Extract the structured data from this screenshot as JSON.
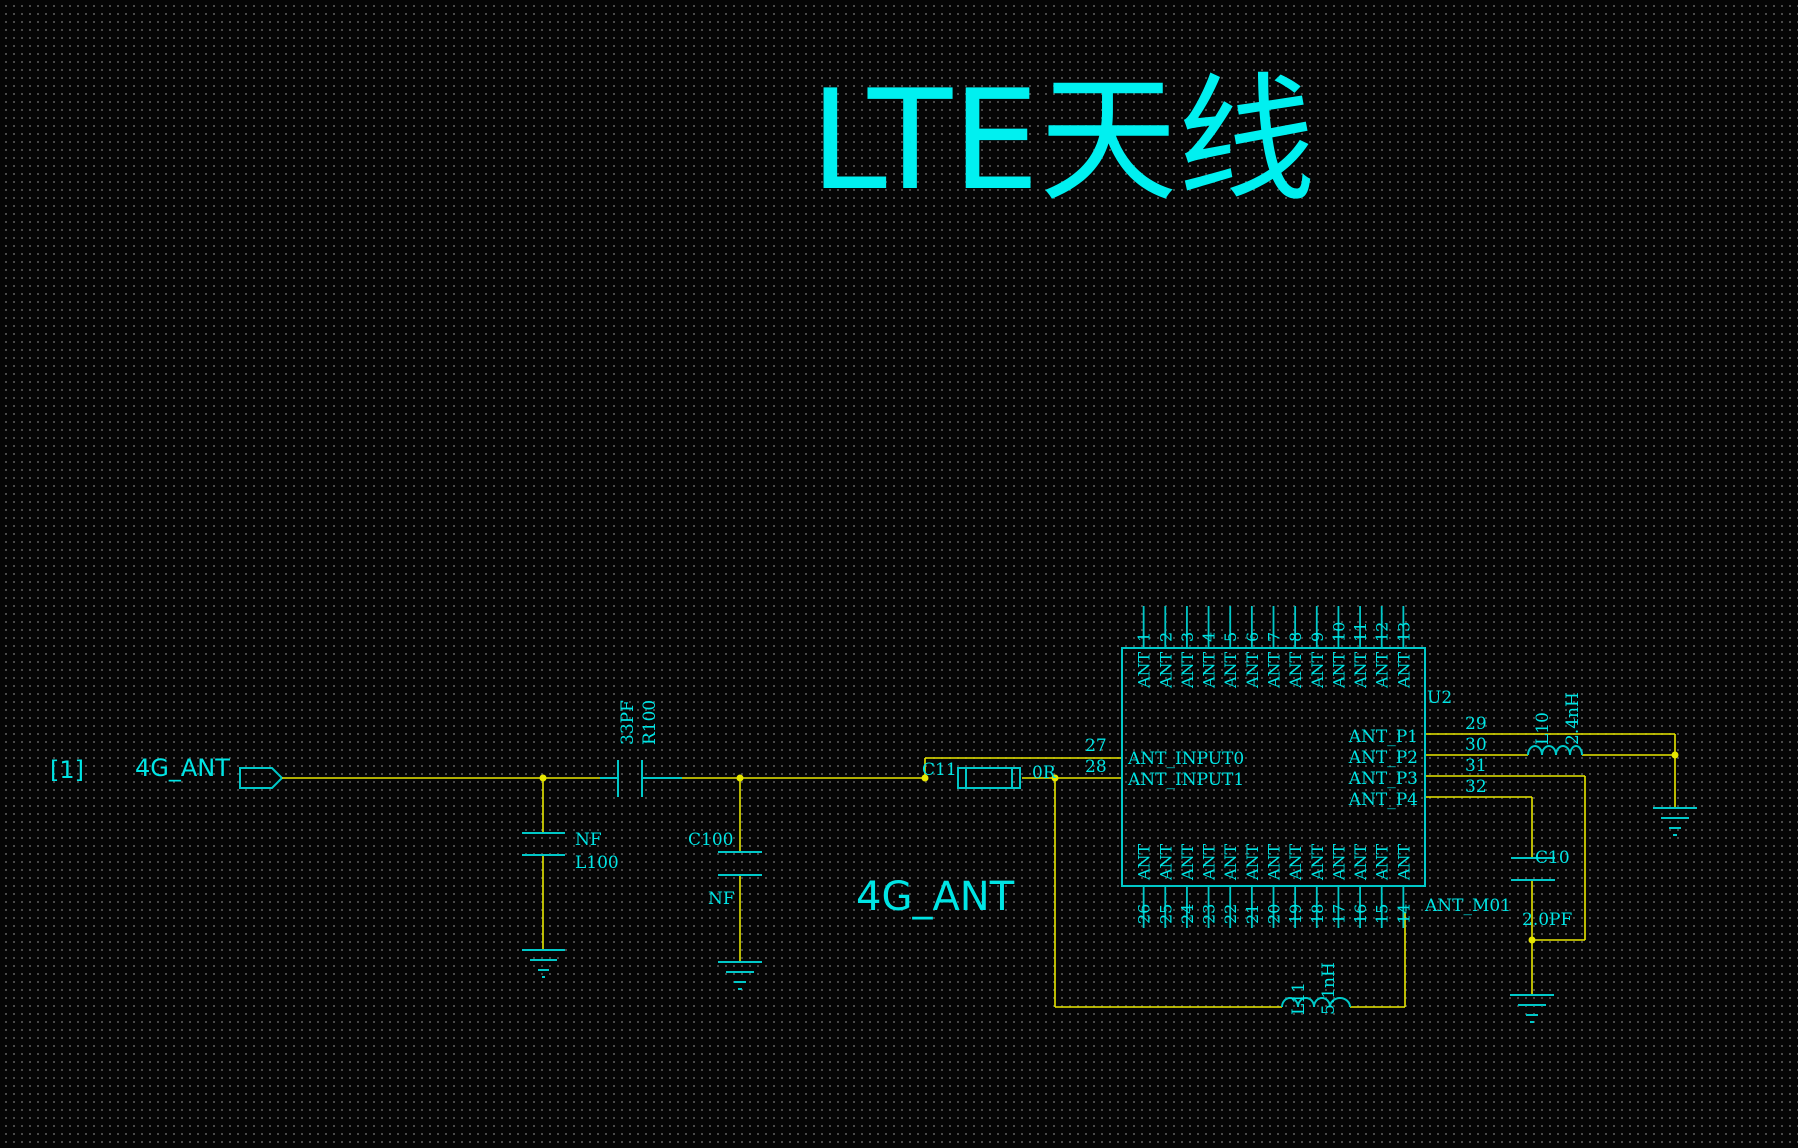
{
  "title": "LTE天线",
  "port": {
    "index": "[1]",
    "name": "4G_ANT"
  },
  "net_label": "4G_ANT",
  "components": {
    "c11": {
      "ref": "C11",
      "value": "0R"
    },
    "r100": {
      "ref": "R100",
      "value": "33PF"
    },
    "l100": {
      "ref": "L100",
      "value": "NF"
    },
    "c100": {
      "ref": "C100",
      "value": "NF"
    },
    "l10": {
      "ref": "L10",
      "value": "2.4nH"
    },
    "l11": {
      "ref": "L11",
      "value": "5.1nH"
    },
    "c10": {
      "ref": "C10",
      "value": "2.0PF"
    },
    "u2": {
      "ref": "U2",
      "part": "ANT_M01",
      "left_pins": [
        {
          "num": "27",
          "name": "ANT_INPUT0"
        },
        {
          "num": "28",
          "name": "ANT_INPUT1"
        }
      ],
      "right_pins": [
        {
          "num": "29",
          "name": "ANT_P1"
        },
        {
          "num": "30",
          "name": "ANT_P2"
        },
        {
          "num": "31",
          "name": "ANT_P3"
        },
        {
          "num": "32",
          "name": "ANT_P4"
        }
      ],
      "top_pins": [
        "1",
        "2",
        "3",
        "4",
        "5",
        "6",
        "7",
        "8",
        "9",
        "10",
        "11",
        "12",
        "13"
      ],
      "bottom_pins": [
        "26",
        "25",
        "24",
        "23",
        "22",
        "21",
        "20",
        "19",
        "18",
        "17",
        "16",
        "15",
        "14"
      ],
      "gnd_pin_name": "ANT"
    }
  },
  "colors": {
    "wire": "#e6e600",
    "component": "#00c8c8",
    "text": "#00e5e5",
    "title": "#00f0f0",
    "background": "#050505"
  }
}
